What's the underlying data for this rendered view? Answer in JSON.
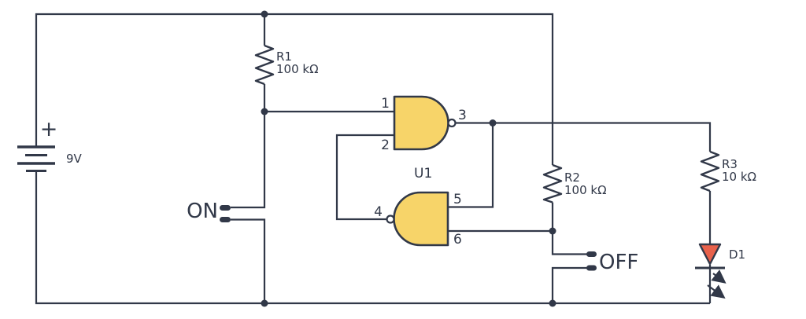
{
  "diagram": {
    "type": "circuit-schematic",
    "colors": {
      "background": "#ffffff",
      "wire": "#313848",
      "gate_fill": "#f7d469",
      "led_fill": "#e8614b"
    },
    "battery": {
      "plus_sign": "+",
      "label": "9V"
    },
    "resistors": [
      {
        "ref": "R1",
        "value": "100 kΩ"
      },
      {
        "ref": "R2",
        "value": "100 kΩ"
      },
      {
        "ref": "R3",
        "value": "10 kΩ"
      }
    ],
    "ic": {
      "ref": "U1",
      "pin_labels": {
        "p1": "1",
        "p2": "2",
        "p3": "3",
        "p4": "4",
        "p5": "5",
        "p6": "6"
      }
    },
    "switches": [
      {
        "label": "ON"
      },
      {
        "label": "OFF"
      }
    ],
    "led": {
      "ref": "D1"
    }
  }
}
